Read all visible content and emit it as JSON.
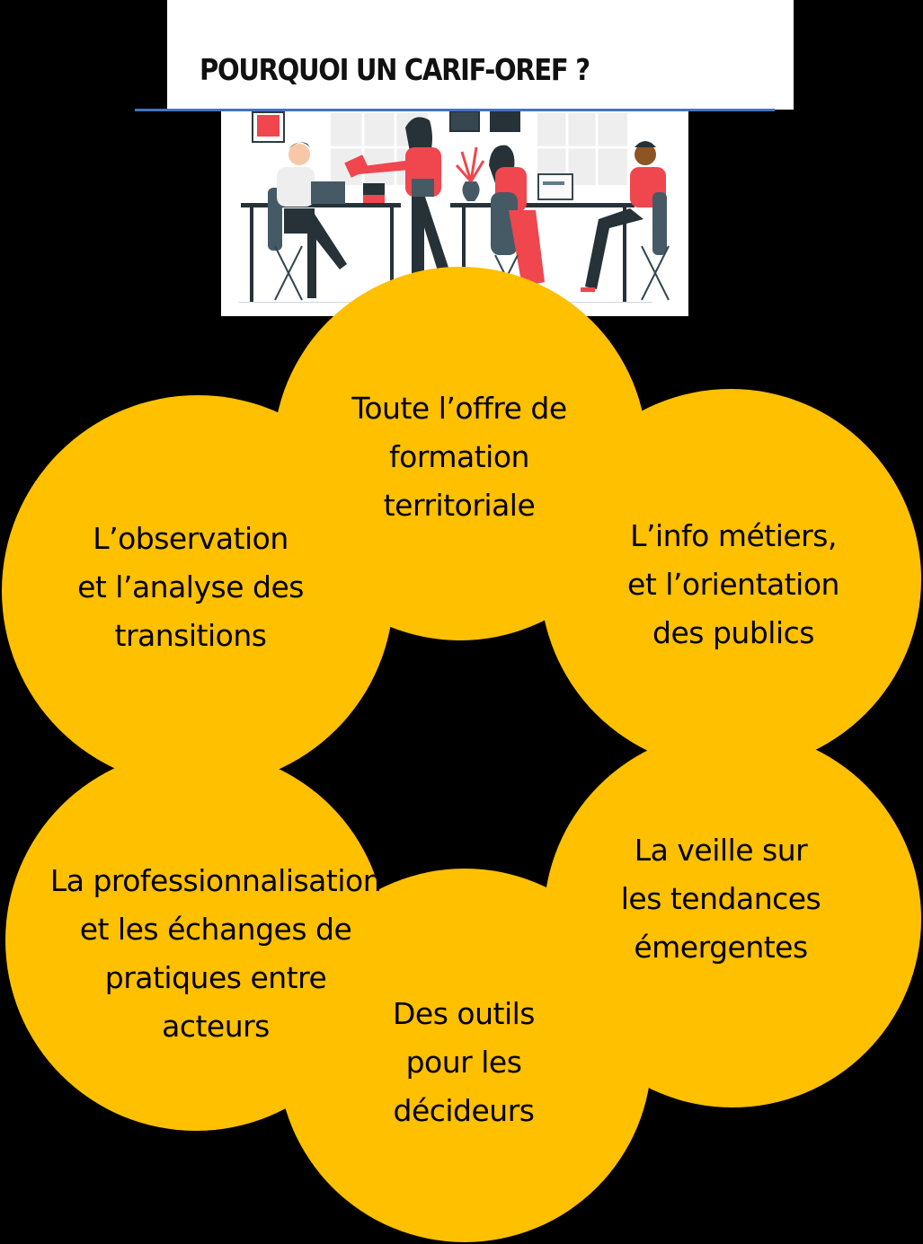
{
  "title": "POURQUOI UN CARIF-OREF ?",
  "colors": {
    "petal": "#FFC000",
    "background": "#000000",
    "rule": "#4472C4",
    "star": "#000000"
  },
  "illustration": {
    "description": "office-team-illustration",
    "people": [
      "man-at-laptop",
      "woman-handing-folder",
      "woman-at-laptop",
      "man-at-desk"
    ]
  },
  "petals": [
    {
      "id": "top",
      "lines": [
        "Toute l’offre de",
        "formation",
        "territoriale"
      ]
    },
    {
      "id": "upper-left",
      "lines": [
        "L’observation",
        "et l’analyse des",
        "transitions"
      ]
    },
    {
      "id": "upper-right",
      "lines": [
        "L’info métiers,",
        "et l’orientation",
        "des publics"
      ]
    },
    {
      "id": "lower-left",
      "lines": [
        "La professionnalisation",
        "et les échanges de",
        "pratiques entre",
        "acteurs"
      ]
    },
    {
      "id": "lower-right",
      "lines": [
        "La veille sur",
        "les tendances",
        "émergentes"
      ]
    },
    {
      "id": "bottom",
      "lines": [
        "Des outils",
        "pour les",
        "décideurs"
      ]
    }
  ],
  "center_icon": "six-point-star-icon"
}
